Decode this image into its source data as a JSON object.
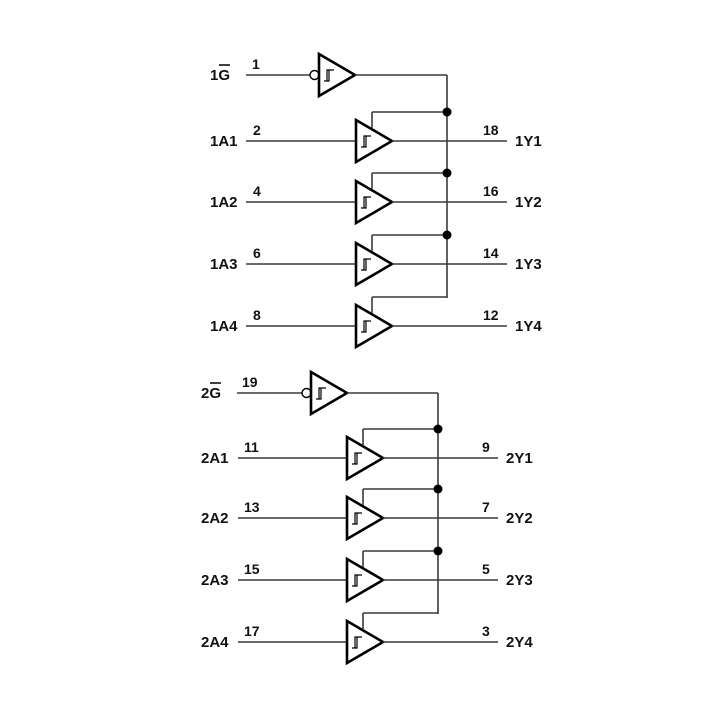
{
  "diagram": {
    "title": "Dual 4-bit Schmitt-trigger buffer logic diagram (positive logic)",
    "sections": [
      {
        "id": "1",
        "enable": {
          "label_prefix": "1",
          "label_bar": "G",
          "pin": "1",
          "active_low": true
        },
        "channels": [
          {
            "input_label": "1A1",
            "input_pin": "2",
            "output_label": "1Y1",
            "output_pin": "18"
          },
          {
            "input_label": "1A2",
            "input_pin": "4",
            "output_label": "1Y2",
            "output_pin": "16"
          },
          {
            "input_label": "1A3",
            "input_pin": "6",
            "output_label": "1Y3",
            "output_pin": "14"
          },
          {
            "input_label": "1A4",
            "input_pin": "8",
            "output_label": "1Y4",
            "output_pin": "12"
          }
        ]
      },
      {
        "id": "2",
        "enable": {
          "label_prefix": "2",
          "label_bar": "G",
          "pin": "19",
          "active_low": true
        },
        "channels": [
          {
            "input_label": "2A1",
            "input_pin": "11",
            "output_label": "2Y1",
            "output_pin": "9"
          },
          {
            "input_label": "2A2",
            "input_pin": "13",
            "output_label": "2Y2",
            "output_pin": "7"
          },
          {
            "input_label": "2A3",
            "input_pin": "15",
            "output_label": "2Y3",
            "output_pin": "5"
          },
          {
            "input_label": "2A4",
            "input_pin": "17",
            "output_label": "2Y4",
            "output_pin": "3"
          }
        ]
      }
    ],
    "symbols": {
      "buffer": "schmitt-trigger-buffer-icon",
      "enable_gate": "inverting-schmitt-buffer-icon",
      "junction": "junction-dot"
    }
  }
}
